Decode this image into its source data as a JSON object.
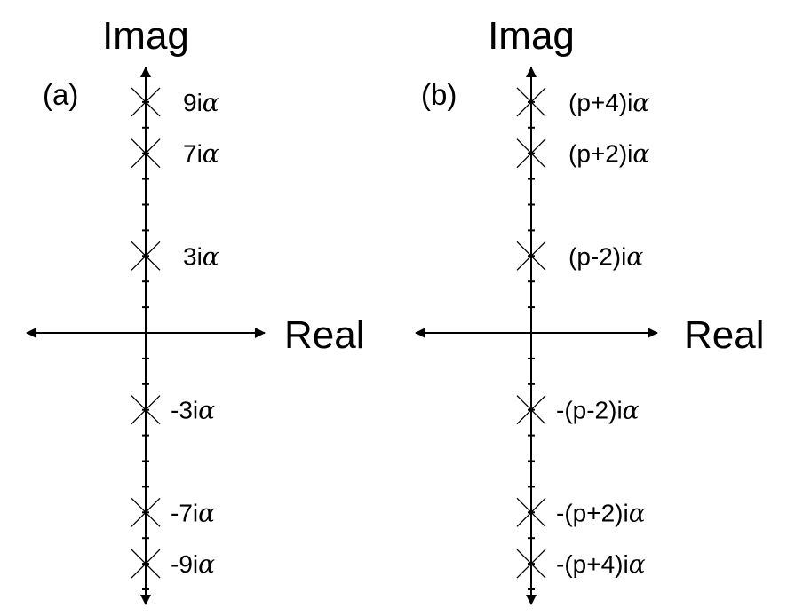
{
  "panels": [
    {
      "label": "(a)",
      "imag_axis_label": "Imag",
      "real_axis_label": "Real",
      "poles": [
        {
          "k": 9,
          "prefix": "9i"
        },
        {
          "k": 7,
          "prefix": "7i"
        },
        {
          "k": 3,
          "prefix": "3i"
        },
        {
          "k": -3,
          "prefix": "-3i"
        },
        {
          "k": -7,
          "prefix": "-7i"
        },
        {
          "k": -9,
          "prefix": "-9i"
        }
      ]
    },
    {
      "label": "(b)",
      "imag_axis_label": "Imag",
      "real_axis_label": "Real",
      "poles": [
        {
          "k": 9,
          "prefix": "(p+4)i"
        },
        {
          "k": 7,
          "prefix": "(p+2)i"
        },
        {
          "k": 3,
          "prefix": "(p-2)i"
        },
        {
          "k": -3,
          "prefix": "-(p-2)i"
        },
        {
          "k": -7,
          "prefix": "-(p+2)i"
        },
        {
          "k": -9,
          "prefix": "-(p+4)i"
        }
      ]
    }
  ],
  "greek_symbol": "α",
  "pole_marker": "cross",
  "imaginary_axis_ticks": "every unit, −10 to 10"
}
